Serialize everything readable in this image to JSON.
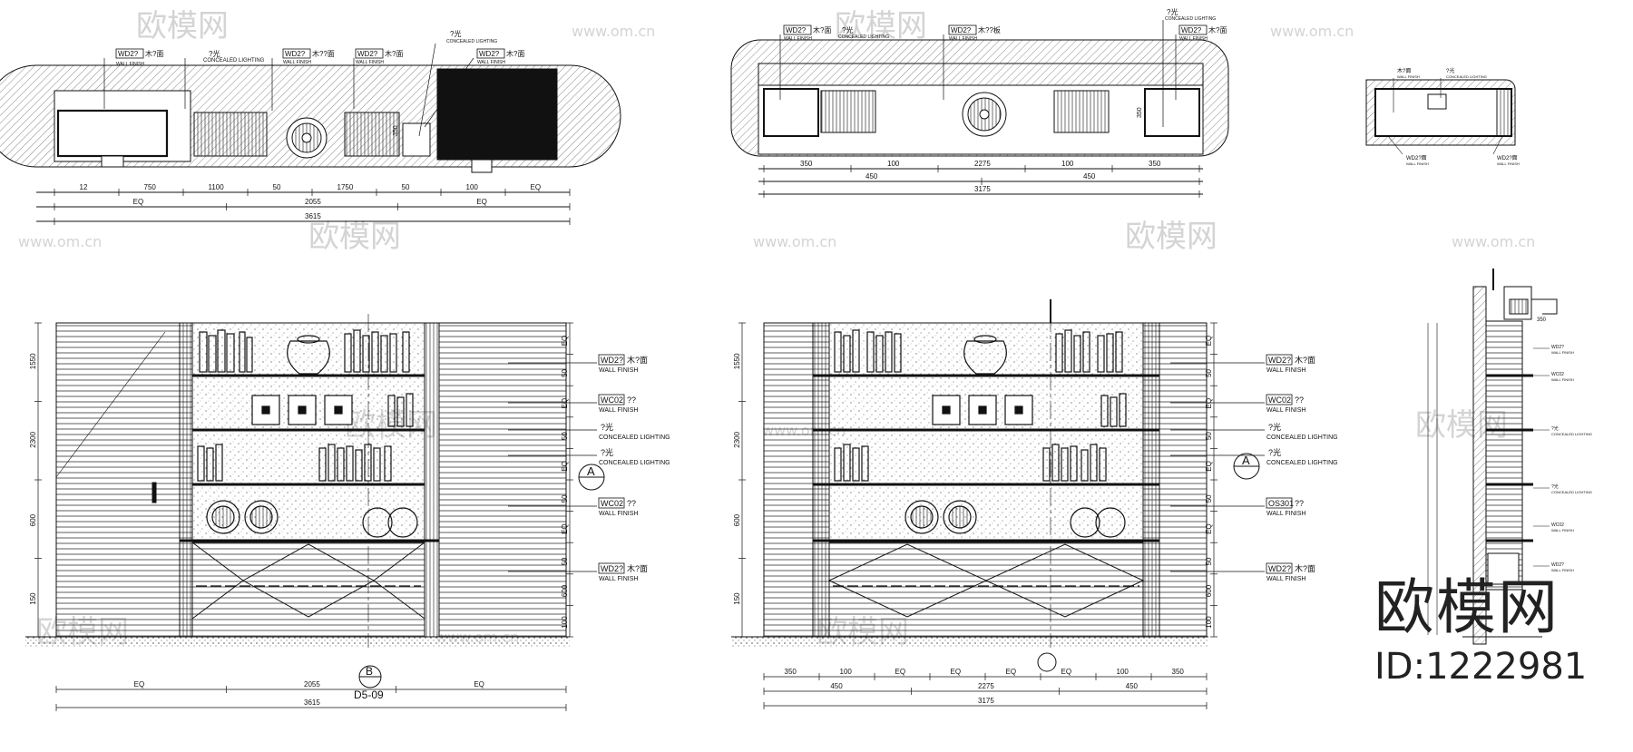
{
  "watermark": {
    "brand": "欧模网",
    "site": "www.om.cn",
    "color": "#d4d4d4"
  },
  "brand_mark": {
    "logo": "欧模网",
    "id_text": "ID:1222981"
  },
  "plan_left": {
    "tag1": "WD2?",
    "tag1_txt": "木?面",
    "tag1_sub": "WALL FINISH",
    "tag2": "?光",
    "tag2_sub": "CONCEALED LIGHTING",
    "tag3": "WD2?",
    "tag3_txt": "木??面",
    "tag3_sub": "WALL FINISH",
    "tag4": "WD2?",
    "tag4_txt": "木?面",
    "tag4_sub": "WALL FINISH",
    "tag5": "?光",
    "tag5_sub": "CONCEALED LIGHTING",
    "tag6": "WD2?",
    "tag6_txt": "木?面",
    "tag6_sub": "WALL FINISH",
    "dim_vert": "350",
    "dims_row1": [
      "12",
      "750",
      "1100",
      "50",
      "1750",
      "50",
      "100",
      "EQ"
    ],
    "dims_row2": [
      "EQ",
      "2055",
      "EQ"
    ],
    "dims_row3": [
      "3615"
    ]
  },
  "plan_mid": {
    "tag1": "WD2?",
    "tag1_txt": "木?面",
    "tag1_sub": "WALL FINISH",
    "tag2": "?光",
    "tag2_sub": "CONCEALED LIGHTING",
    "tag3": "WD2?",
    "tag3_txt": "木??板",
    "tag3_sub": "WALL FINISH",
    "tag4": "?光",
    "tag4_sub": "CONCEALED LIGHTING",
    "tag5": "WD2?",
    "tag5_txt": "木?面",
    "tag5_sub": "WALL FINISH",
    "dim_vert": "350",
    "dims_row1": [
      "350",
      "100",
      "2275",
      "100",
      "350"
    ],
    "dims_row2": [
      "450",
      "450"
    ],
    "dims_row3": [
      "3175"
    ]
  },
  "plan_right": {
    "tag1": "木?面",
    "tag1_sub": "WALL FINISH",
    "tag2": "?光",
    "tag2_sub": "CONCEALED LIGHTING",
    "tag3": "WD2?面",
    "tag3_sub": "WALL FINISH",
    "tag4": "WD2?面",
    "tag4_sub": "WALL FINISH"
  },
  "elev_left": {
    "dims_left": [
      "1550",
      "2300",
      "600",
      "150"
    ],
    "dims_right": [
      "EQ",
      "50",
      "EQ",
      "50",
      "EQ",
      "50",
      "EQ",
      "50",
      "600",
      "100"
    ],
    "dims_bottom_row1": [
      "EQ",
      "2055",
      "EQ"
    ],
    "dims_bottom_row2": [
      "3615"
    ],
    "section_marker": "A",
    "callout_marker": "B",
    "callout_ref": "D5-09",
    "tags": [
      {
        "code": "WD2?",
        "txt": "木?面",
        "sub": "WALL FINISH"
      },
      {
        "code": "WC02",
        "txt": "??",
        "sub": "WALL FINISH"
      },
      {
        "code": "?光",
        "txt": "",
        "sub": "CONCEALED LIGHTING"
      },
      {
        "code": "?光",
        "txt": "",
        "sub": "CONCEALED LIGHTING"
      },
      {
        "code": "WC02",
        "txt": "??",
        "sub": "WALL FINISH"
      },
      {
        "code": "WD2?",
        "txt": "木?面",
        "sub": "WALL FINISH"
      }
    ]
  },
  "elev_mid": {
    "dims_left": [
      "1550",
      "2300",
      "600",
      "150"
    ],
    "dims_right": [
      "EQ",
      "50",
      "EQ",
      "50",
      "EQ",
      "50",
      "EQ",
      "50",
      "600",
      "100"
    ],
    "dims_bottom_row1": [
      "350",
      "100",
      "EQ",
      "EQ",
      "EQ",
      "EQ",
      "100",
      "350"
    ],
    "dims_bottom_row2": [
      "450",
      "2275",
      "450"
    ],
    "dims_bottom_row3": [
      "3175"
    ],
    "section_marker": "A",
    "tags": [
      {
        "code": "WD2?",
        "txt": "木?面",
        "sub": "WALL FINISH"
      },
      {
        "code": "WC02",
        "txt": "??",
        "sub": "WALL FINISH"
      },
      {
        "code": "?光",
        "txt": "",
        "sub": "CONCEALED LIGHTING"
      },
      {
        "code": "?光",
        "txt": "",
        "sub": "CONCEALED LIGHTING"
      },
      {
        "code": "OS301",
        "txt": "??",
        "sub": "WALL FINISH"
      },
      {
        "code": "WD2?",
        "txt": "木?面",
        "sub": "WALL FINISH"
      }
    ]
  },
  "section_right": {
    "top_dim": "350",
    "tags": [
      {
        "code": "WD2?",
        "sub": "WALL FINISH"
      },
      {
        "code": "WC02",
        "sub": "WALL FINISH"
      },
      {
        "code": "?光",
        "sub": "CONCEALED LIGHTING"
      },
      {
        "code": "?光",
        "sub": "CONCEALED LIGHTING"
      },
      {
        "code": "WC02",
        "sub": "WALL FINISH"
      },
      {
        "code": "WD2?",
        "sub": "WALL FINISH"
      }
    ]
  }
}
